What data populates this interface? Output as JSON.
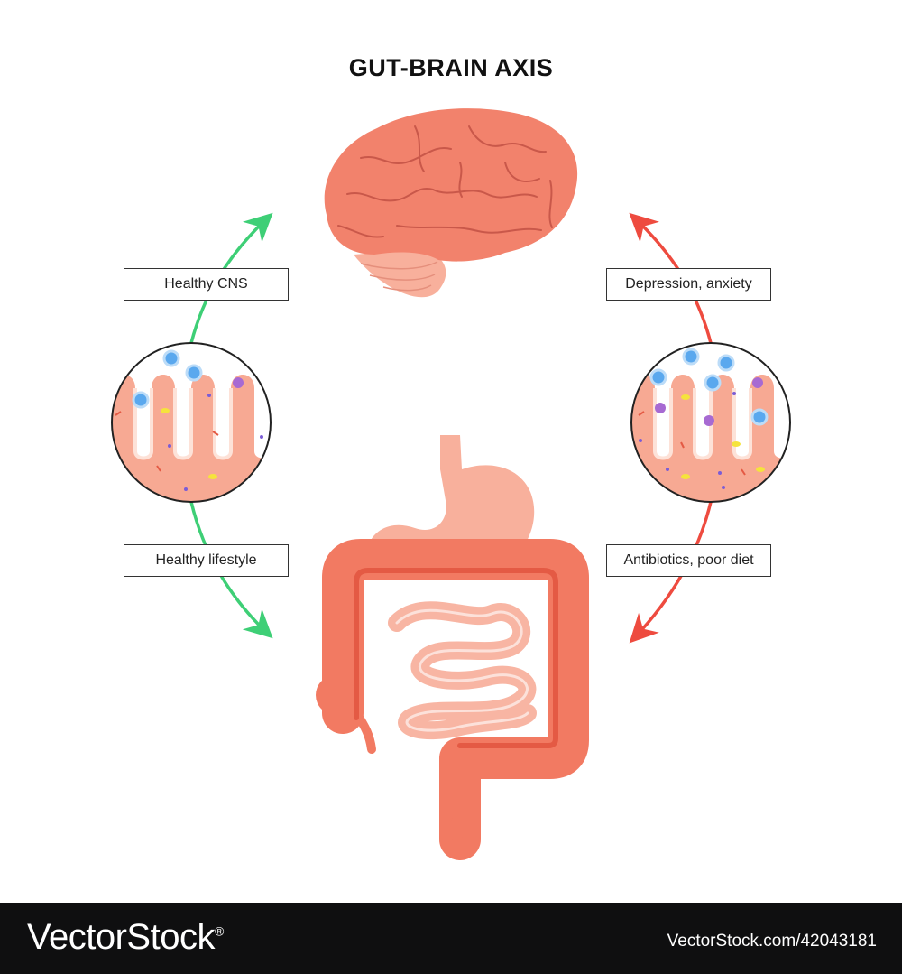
{
  "title": "GUT-BRAIN AXIS",
  "labels": {
    "healthy_cns": "Healthy CNS",
    "depression_anxiety": "Depression, anxiety",
    "healthy_lifestyle": "Healthy lifestyle",
    "antibiotics_poor_diet": "Antibiotics, poor diet"
  },
  "footer": {
    "brand": "VectorStock",
    "brand_mark": "®",
    "url": "VectorStock.com/42043181"
  },
  "colors": {
    "positive_arrow": "#3ecf76",
    "negative_arrow": "#ee4b3f",
    "brain": "#f2826c",
    "brain_lines": "#c9584a",
    "stomach": "#f8b09c",
    "colon": "#f27a62",
    "small_intestine": "#f8b5a3",
    "tissue": "#f7a993",
    "cell_blue": "#5aa8ee",
    "microbe_purple": "#a76ad2",
    "microbe_yellow": "#f5e33c",
    "footer_bg": "#0f0f10"
  }
}
